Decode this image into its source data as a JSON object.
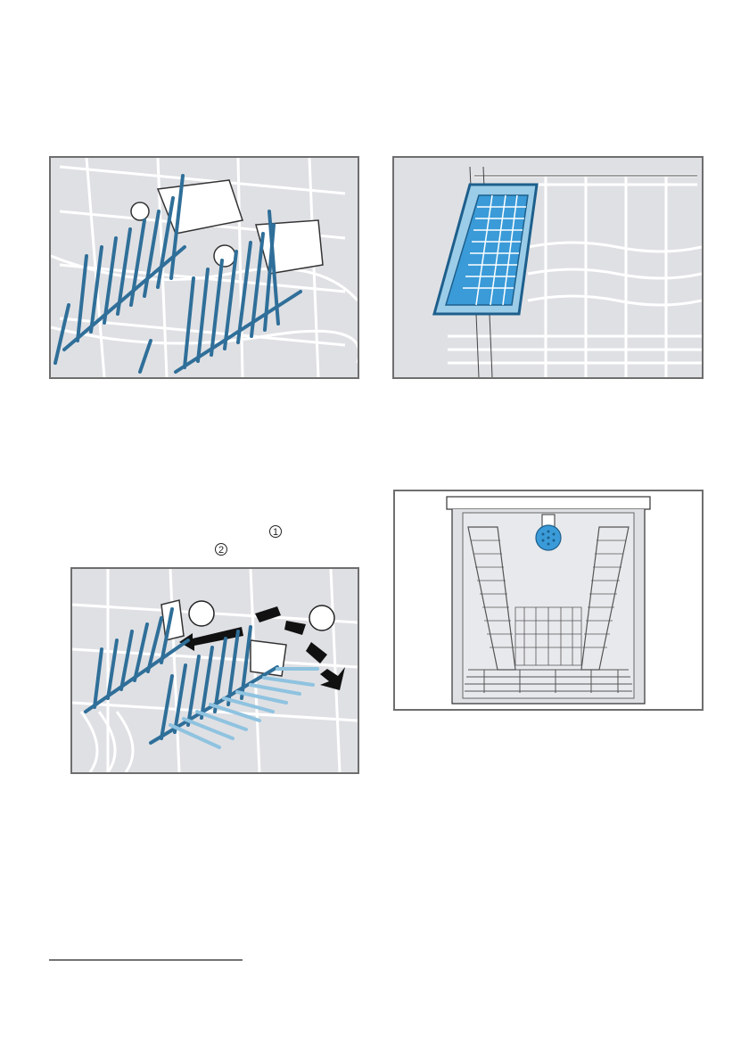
{
  "callouts": {
    "one": "1",
    "two": "2"
  },
  "figures": [
    {
      "name": "fold-down-tines-closeup",
      "icon": "rack-tines-illustration"
    },
    {
      "name": "cutlery-basket-in-upper-rack",
      "icon": "cutlery-basket-illustration"
    },
    {
      "name": "fold-tines-release-and-rotate",
      "icon": "tines-fold-arrows-illustration"
    },
    {
      "name": "dishwasher-interior-front-view",
      "icon": "dishwasher-interior-illustration"
    }
  ],
  "colors": {
    "tine_blue": "#2f6f99",
    "tine_light_blue": "#8fc3e0",
    "basket_blue": "#3a9bd8",
    "wire_gray": "#ffffff",
    "panel_bg": "#dfe0e4",
    "frame": "#6e6e6e"
  }
}
